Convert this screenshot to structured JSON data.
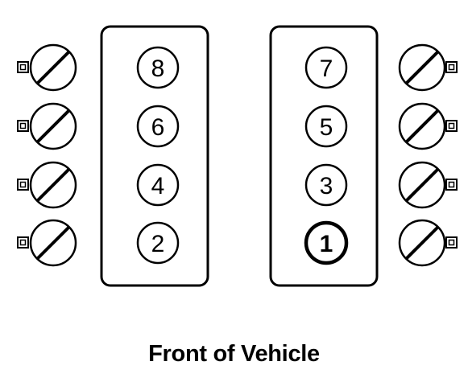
{
  "caption": "Front of Vehicle",
  "left_bank": {
    "cylinders": [
      {
        "label": "8",
        "emphasized": false
      },
      {
        "label": "6",
        "emphasized": false
      },
      {
        "label": "4",
        "emphasized": false
      },
      {
        "label": "2",
        "emphasized": false
      }
    ]
  },
  "right_bank": {
    "cylinders": [
      {
        "label": "7",
        "emphasized": false
      },
      {
        "label": "5",
        "emphasized": false
      },
      {
        "label": "3",
        "emphasized": false
      },
      {
        "label": "1",
        "emphasized": true
      }
    ]
  },
  "coil_icon": "ignition-coil-icon",
  "colors": {
    "stroke": "#000000",
    "background": "#ffffff"
  }
}
